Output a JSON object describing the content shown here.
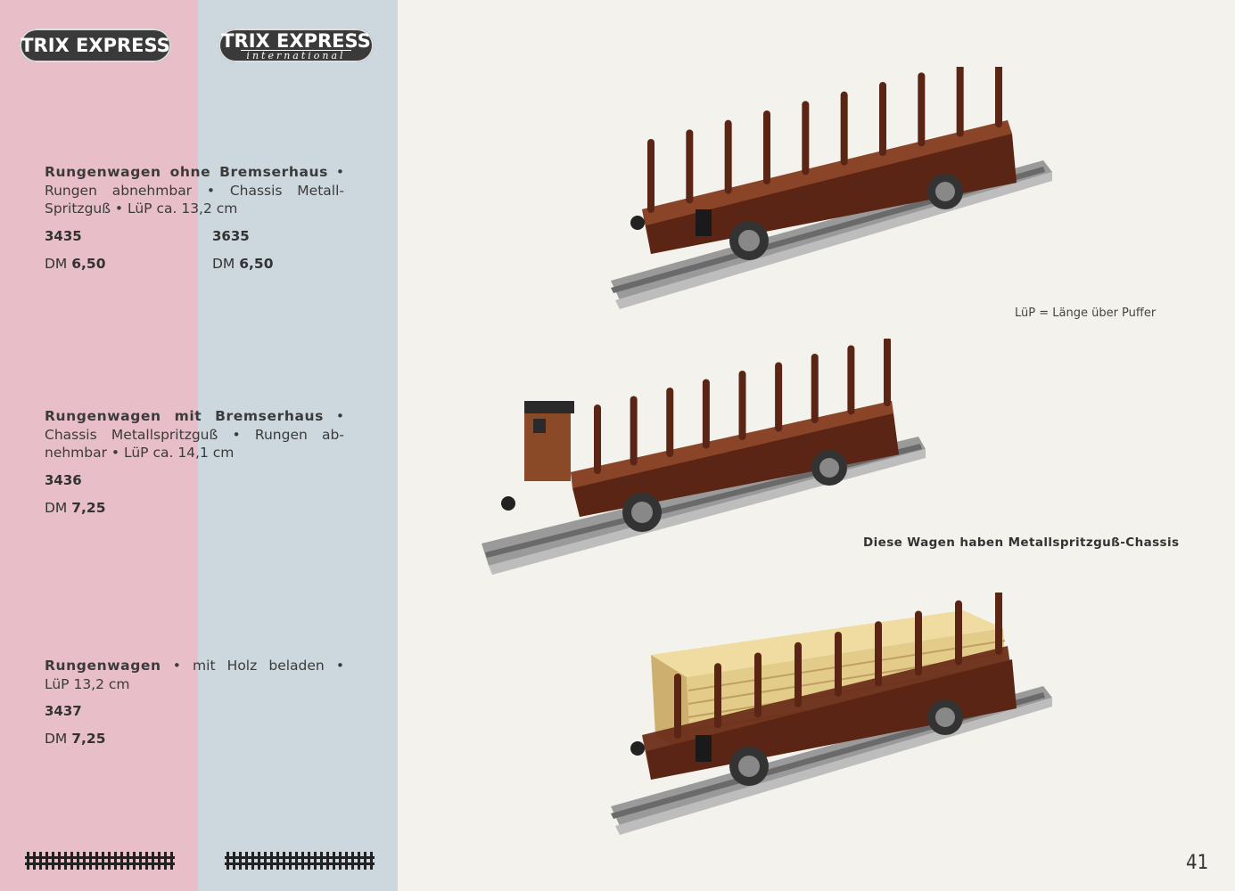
{
  "logos": {
    "left": "TRIX EXPRESS",
    "right_main": "TRIX EXPRESS",
    "right_sub": "international"
  },
  "items": [
    {
      "heading": "Rungenwagen ohne Bremserhaus",
      "line1_rest": "•",
      "line2": "Rungen abnehmbar • Chassis Metall-",
      "line3": "Spritzguß • LüP ca. 13,2 cm",
      "art_left": "3435",
      "art_right": "3635",
      "price_left_prefix": "DM",
      "price_left_value": "6,50",
      "price_right_prefix": "DM",
      "price_right_value": "6,50"
    },
    {
      "heading": "Rungenwagen mit Bremserhaus",
      "line1_rest": "•",
      "line2": "Chassis Metallspritzguß • Rungen ab-",
      "line3": "nehmbar • LüP ca. 14,1 cm",
      "art_left": "3436",
      "price_left_prefix": "DM",
      "price_left_value": "7,25"
    },
    {
      "heading": "Rungenwagen",
      "line1_rest": "• mit Holz beladen •",
      "line2": "LüP 13,2 cm",
      "art_left": "3437",
      "price_left_prefix": "DM",
      "price_left_value": "7,25"
    }
  ],
  "notes": {
    "lup": "LüP = Länge über Puffer",
    "chassis": "Diese Wagen haben Metallspritzguß-Chassis"
  },
  "page_number": "41",
  "colors": {
    "pink": "#e8bfc9",
    "blue": "#cdd8de",
    "wagon_brown": "#6b2e1a",
    "wood": "#e3cc8a"
  }
}
